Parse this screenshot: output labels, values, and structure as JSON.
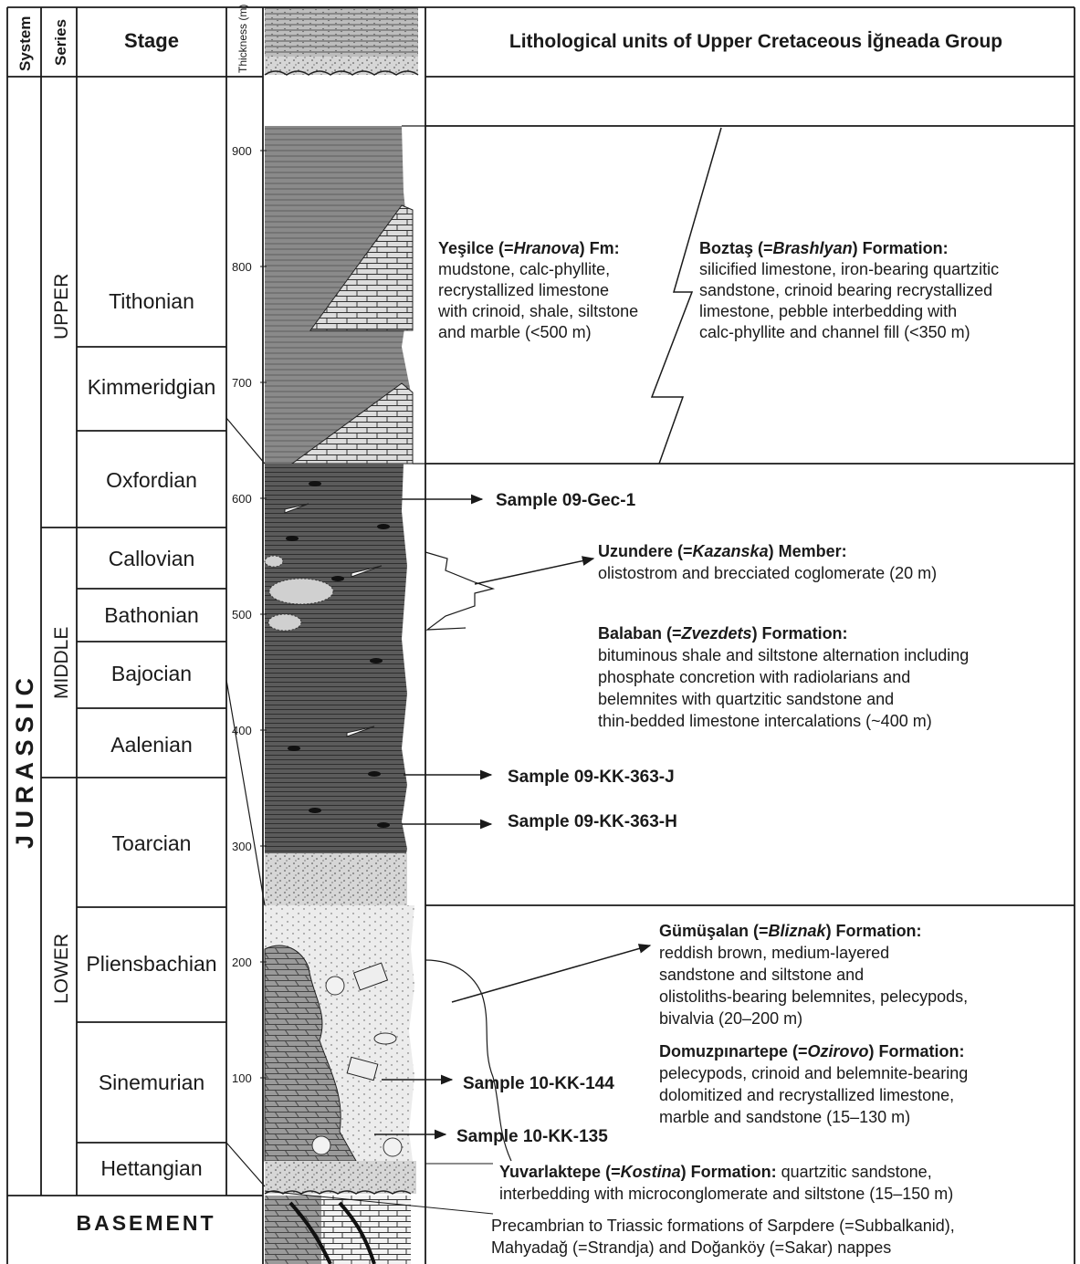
{
  "header": {
    "system": "System",
    "series": "Series",
    "stage": "Stage",
    "thickness": "Thickness (m)",
    "title": "Lithological units of Upper Cretaceous İğneada Group"
  },
  "system_label": "J U R A S S I C",
  "series": [
    {
      "key": "upper",
      "label": "UPPER"
    },
    {
      "key": "middle",
      "label": "MIDDLE"
    },
    {
      "key": "lower",
      "label": "LOWER"
    }
  ],
  "stages": [
    "Tithonian",
    "Kimmeridgian",
    "Oxfordian",
    "Callovian",
    "Bathonian",
    "Bajocian",
    "Aalenian",
    "Toarcian",
    "Pliensbachian",
    "Sinemurian",
    "Hettangian"
  ],
  "basement": "BASEMENT",
  "thickness_ticks": [
    900,
    800,
    700,
    600,
    500,
    400,
    300,
    200,
    100
  ],
  "units": {
    "yesilce": {
      "title_pre": "Yeşilce (=",
      "title_em": "Hranova",
      "title_post": ") Fm:",
      "lines": [
        "mudstone, calc-phyllite,",
        "recrystallized limestone",
        "with crinoid, shale, siltstone",
        "and marble (<500 m)"
      ]
    },
    "boztas": {
      "title_pre": "Boztaş (=",
      "title_em": "Brashlyan",
      "title_post": ") Formation:",
      "lines": [
        "silicified limestone, iron-bearing quartzitic",
        "sandstone, crinoid bearing recrystallized",
        "limestone, pebble interbedding with",
        "calc-phyllite and channel fill (<350 m)"
      ]
    },
    "uzundere": {
      "title_pre": "Uzundere (=",
      "title_em": "Kazanska",
      "title_post": ") Member:",
      "lines": [
        "olistostrom and brecciated coglomerate (20 m)"
      ]
    },
    "balaban": {
      "title_pre": "Balaban (=",
      "title_em": "Zvezdets",
      "title_post": ") Formation:",
      "lines": [
        "bituminous shale and siltstone alternation including",
        "phosphate concretion with radiolarians and",
        "belemnites with quartzitic sandstone and",
        "thin-bedded limestone intercalations (~400 m)"
      ]
    },
    "gumusalan": {
      "title_pre": "Gümüşalan (=",
      "title_em": "Bliznak",
      "title_post": ") Formation:",
      "lines": [
        "reddish brown, medium-layered",
        "sandstone and siltstone and",
        "olistoliths-bearing belemnites, pelecypods,",
        "bivalvia (20–200 m)"
      ]
    },
    "domuzpinartepe": {
      "title_pre": "Domuzpınartepe (=",
      "title_em": "Ozirovo",
      "title_post": ") Formation:",
      "lines": [
        "pelecypods, crinoid and belemnite-bearing",
        "dolomitized and recrystallized limestone,",
        "marble and sandstone (15–130 m)"
      ]
    },
    "yuvarlaktepe": {
      "title_pre": "Yuvarlaktepe (=",
      "title_em": "Kostina",
      "title_post": ") Formation:",
      "inline": " quartzitic sandstone,",
      "lines": [
        "interbedding with microconglomerate and siltstone (15–150 m)"
      ]
    },
    "basement_desc": {
      "lines": [
        "Precambrian to Triassic formations of Sarpdere (=Subbalkanid),",
        "Mahyadağ (=Strandja) and Doğanköy (=Sakar) nappes"
      ]
    }
  },
  "samples": [
    "Sample 09-Gec-1",
    "Sample 09-KK-363-J",
    "Sample 09-KK-363-H",
    "Sample 10-KK-144",
    "Sample 10-KK-135"
  ]
}
